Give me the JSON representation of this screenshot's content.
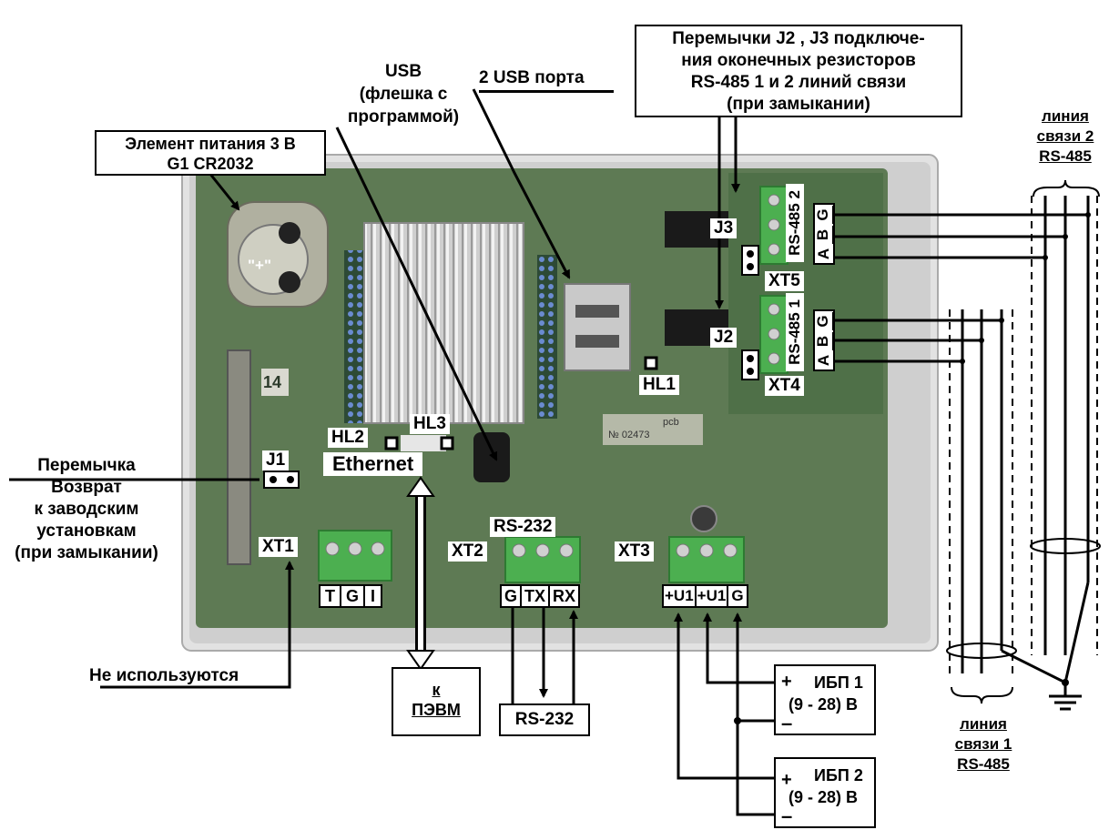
{
  "battery": {
    "line1": "Элемент питания 3 В",
    "line2": "G1 CR2032",
    "plus": "\"+\""
  },
  "usb_flash": {
    "line1": "USB",
    "line2": "(флешка с",
    "line3": "программой)"
  },
  "usb_ports": "2 USB порта",
  "jumpers_j2j3": {
    "line1": "Перемычки J2 , J3 подключе-",
    "line2": "ния оконечных резисторов",
    "line3": "RS-485 1 и 2 линий связи",
    "line4": "(при замыкании)"
  },
  "line2": {
    "line1": "линия",
    "line2": "связи 2",
    "line3": "RS-485"
  },
  "line1": {
    "line1": "линия",
    "line2": "связи 1",
    "line3": "RS-485"
  },
  "jumper_j1_note": {
    "line1": "Перемычка",
    "line2": "Возврат",
    "line3": "к заводским",
    "line4": "установкам",
    "line5": "(при замыкании)"
  },
  "not_used": "Не используются",
  "pc": {
    "line1": "к",
    "line2": "ПЭВМ"
  },
  "rs232_box": "RS-232",
  "ups1": {
    "plus": "+",
    "title": "ИБП 1",
    "range": "(9 - 28) В",
    "minus": "–"
  },
  "ups2": {
    "plus": "+",
    "title": "ИБП 2",
    "range": "(9 - 28) В",
    "minus": "–"
  },
  "board": {
    "j1": "J1",
    "j2": "J2",
    "j3": "J3",
    "xt1": "XT1",
    "xt2": "XT2",
    "xt3": "XT3",
    "xt4": "XT4",
    "xt5": "XT5",
    "hl1": "HL1",
    "hl2": "HL2",
    "hl3": "HL3",
    "ethernet": "Ethernet",
    "rs232": "RS-232",
    "rs485_1": "RS-485 1",
    "rs485_2": "RS-485 2",
    "silk_14": "14",
    "pcb_text": "pcb",
    "pcb_num": "№ 02473",
    "xt1_pins": [
      "T",
      "G",
      "I"
    ],
    "xt2_pins": [
      "G",
      "TX",
      "RX"
    ],
    "xt3_pins": [
      "+U1",
      "+U1",
      "G"
    ],
    "xt4_pins": [
      "A",
      "B",
      "G"
    ],
    "xt5_pins": [
      "A",
      "B",
      "G"
    ]
  },
  "colors": {
    "pcb": "#5e7a54",
    "pcb_dark": "#3f5a3a",
    "housing": "#d8d8d8",
    "terminal": "#4caf50",
    "heatsink": "#c8c8c8"
  }
}
